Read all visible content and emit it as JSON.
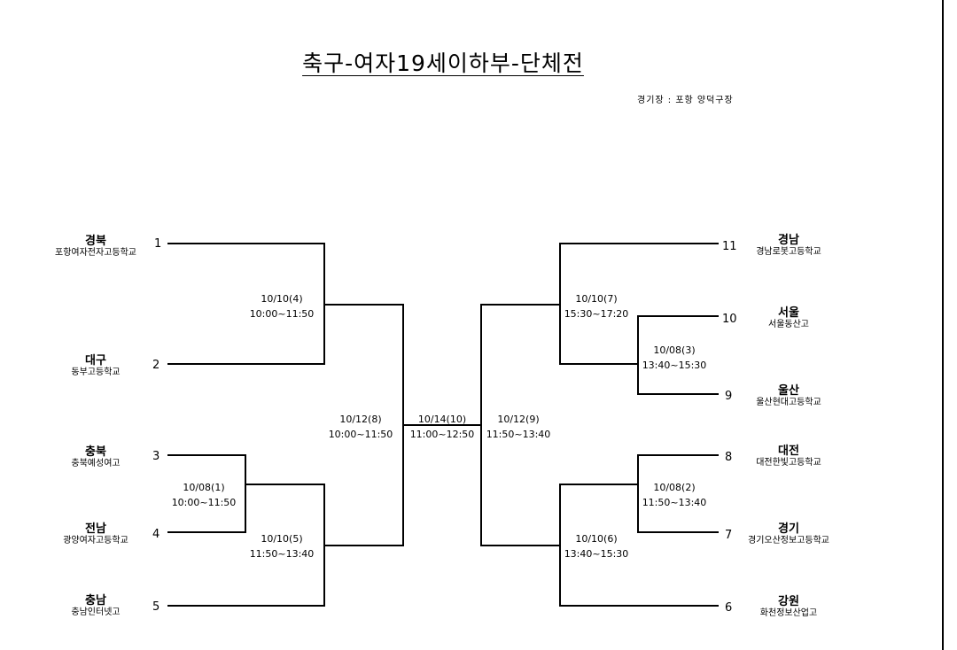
{
  "title": "축구-여자19세이하부-단체전",
  "venue": "경기장 : 포항 양덕구장",
  "teams": [
    {
      "seed": "1",
      "region": "경북",
      "school": "포항여자전자고등학교"
    },
    {
      "seed": "2",
      "region": "대구",
      "school": "동부고등학교"
    },
    {
      "seed": "3",
      "region": "충북",
      "school": "충북예성여고"
    },
    {
      "seed": "4",
      "region": "전남",
      "school": "광양여자고등학교"
    },
    {
      "seed": "5",
      "region": "충남",
      "school": "충남인터넷고"
    },
    {
      "seed": "6",
      "region": "강원",
      "school": "화천정보산업고"
    },
    {
      "seed": "7",
      "region": "경기",
      "school": "경기오산정보고등학교"
    },
    {
      "seed": "8",
      "region": "대전",
      "school": "대전한빛고등학교"
    },
    {
      "seed": "9",
      "region": "울산",
      "school": "울산현대고등학교"
    },
    {
      "seed": "10",
      "region": "서울",
      "school": "서울동산고"
    },
    {
      "seed": "11",
      "region": "경남",
      "school": "경남로봇고등학교"
    }
  ],
  "matches": [
    {
      "id": "1",
      "date": "10/08(1)",
      "time": "10:00~11:50"
    },
    {
      "id": "2",
      "date": "10/08(2)",
      "time": "11:50~13:40"
    },
    {
      "id": "3",
      "date": "10/08(3)",
      "time": "13:40~15:30"
    },
    {
      "id": "4",
      "date": "10/10(4)",
      "time": "10:00~11:50"
    },
    {
      "id": "5",
      "date": "10/10(5)",
      "time": "11:50~13:40"
    },
    {
      "id": "6",
      "date": "10/10(6)",
      "time": "13:40~15:30"
    },
    {
      "id": "7",
      "date": "10/10(7)",
      "time": "15:30~17:20"
    },
    {
      "id": "8",
      "date": "10/12(8)",
      "time": "10:00~11:50"
    },
    {
      "id": "9",
      "date": "10/12(9)",
      "time": "11:50~13:40"
    },
    {
      "id": "10",
      "date": "10/14(10)",
      "time": "11:00~12:50"
    }
  ]
}
